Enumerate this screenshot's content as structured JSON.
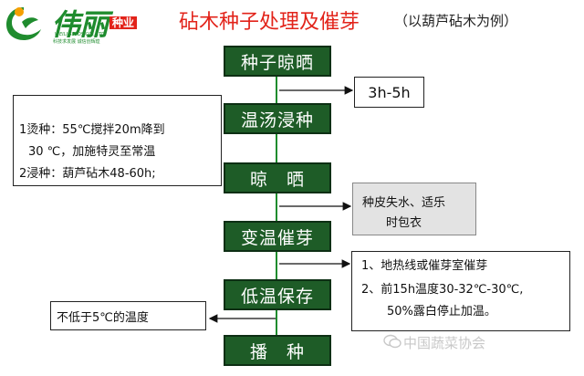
{
  "logo": {
    "brand": "伟丽",
    "suffix": "种业",
    "english": "WEILI SEEDS CO., LTD",
    "slogan": "科技求发展 诚信创辉煌"
  },
  "title": "砧木种子处理及催芽",
  "subtitle": "（以葫芦砧木为例）",
  "steps": [
    "种子晾晒",
    "温汤浸种",
    "晾　晒",
    "变温催芽",
    "低温保存",
    "播　种"
  ],
  "notes": {
    "drying_time": "3h-5h",
    "soaking": [
      "1烫种：55℃搅拌20m降到",
      "30 ℃，加施特灵至常温",
      "2浸种：葫芦砧木48-60h;"
    ],
    "drying": [
      "种皮失水、适乐",
      "时包衣"
    ],
    "germination": [
      "1、地热线或催芽室催芽",
      "2、前15h温度30-32℃-30℃,",
      "50%露白停止加温。"
    ],
    "storage": "不低于5℃的温度"
  },
  "watermark": "中国蔬菜协会",
  "colors": {
    "step_fill": "#1e5c27",
    "title": "#e2231a",
    "brand_green": "#1f8c2e",
    "highlight_box": "#e3e3e3"
  }
}
